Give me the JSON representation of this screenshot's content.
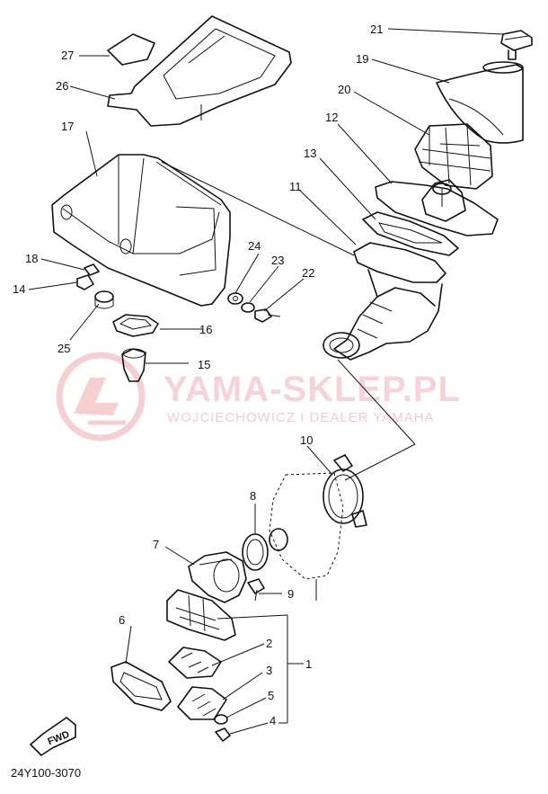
{
  "diagram": {
    "code": "24Y100-3070",
    "fwd_label": "FWD",
    "callouts": [
      "21",
      "27",
      "19",
      "26",
      "20",
      "12",
      "17",
      "13",
      "11",
      "24",
      "23",
      "18",
      "22",
      "14",
      "16",
      "25",
      "15",
      "10",
      "8",
      "7",
      "9",
      "6",
      "2",
      "1",
      "3",
      "5",
      "4"
    ]
  },
  "watermark": {
    "title": "YAMA-SKLEP.PL",
    "subtitle": "WOJCIECHOWICZ I DEALER YAMAHA",
    "color": "#f0b9bd"
  }
}
